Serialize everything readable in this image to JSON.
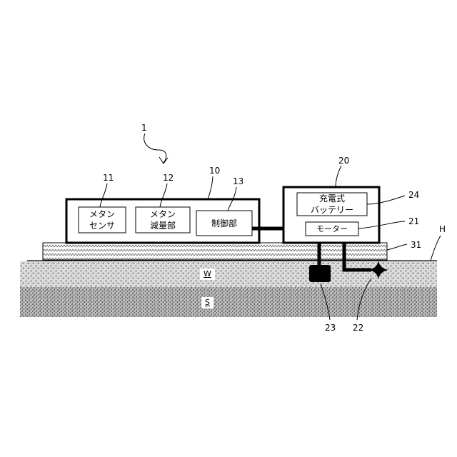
{
  "components": {
    "methane_sensor": {
      "line1": "メタン",
      "line2": "センサ"
    },
    "methane_reducer": {
      "line1": "メタン",
      "line2": "減量部"
    },
    "controller": {
      "label": "制御部"
    },
    "battery": {
      "line1": "充電式",
      "line2": "バッテリー"
    },
    "motor": {
      "label": "モーター"
    }
  },
  "layers": {
    "water": "W",
    "soil": "S"
  },
  "reference_numbers": {
    "device": "1",
    "main_unit": "10",
    "methane_sensor": "11",
    "methane_reducer": "12",
    "controller": "13",
    "drive_unit": "20",
    "motor": "21",
    "agitator": "22",
    "weight": "23",
    "battery": "24",
    "float": "31",
    "water_surface": "H"
  },
  "colors": {
    "line": "#000000",
    "background": "#ffffff",
    "fill_box": "#ffffff"
  }
}
